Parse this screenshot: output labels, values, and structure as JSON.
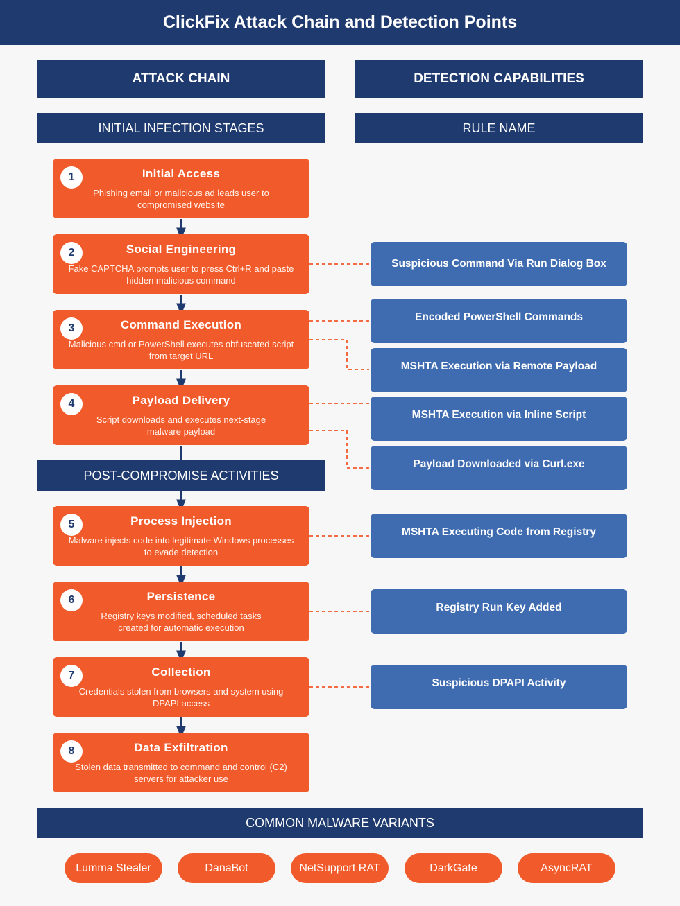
{
  "title": "ClickFix Attack Chain and Detection Points",
  "headers": {
    "attack_chain": "ATTACK CHAIN",
    "detection": "DETECTION CAPABILITIES",
    "initial_stages": "INITIAL INFECTION STAGES",
    "rule_name": "RULE NAME",
    "post_compromise": "POST-COMPROMISE ACTIVITIES",
    "malware_variants": "COMMON MALWARE VARIANTS"
  },
  "steps": [
    {
      "num": "1",
      "title": "Initial Access",
      "desc": "Phishing email or malicious ad leads user to compromised website"
    },
    {
      "num": "2",
      "title": "Social Engineering",
      "desc": "Fake CAPTCHA prompts user to press Ctrl+R and paste hidden malicious command"
    },
    {
      "num": "3",
      "title": "Command Execution",
      "desc": "Malicious cmd or PowerShell executes obfuscated script from target URL"
    },
    {
      "num": "4",
      "title": "Payload Delivery",
      "desc": "Script downloads and executes next-stage malware payload"
    },
    {
      "num": "5",
      "title": "Process Injection",
      "desc": "Malware injects code into legitimate Windows processes to evade detection"
    },
    {
      "num": "6",
      "title": "Persistence",
      "desc": "Registry keys modified, scheduled tasks created for automatic execution"
    },
    {
      "num": "7",
      "title": "Collection",
      "desc": "Credentials stolen from browsers and system using DPAPI access"
    },
    {
      "num": "8",
      "title": "Data Exfiltration",
      "desc": "Stolen data transmitted to command and control (C2) servers for attacker use"
    }
  ],
  "rules": [
    "Suspicious Command Via Run Dialog Box",
    "Encoded PowerShell Commands",
    "MSHTA Execution via Remote Payload",
    "MSHTA Execution via Inline Script",
    "Payload Downloaded via Curl.exe",
    "MSHTA Executing Code from Registry",
    "Registry Run Key Added",
    "Suspicious DPAPI Activity"
  ],
  "malware": [
    "Lumma Stealer",
    "DanaBot",
    "NetSupport RAT",
    "DarkGate",
    "AsyncRAT"
  ],
  "colors": {
    "navy": "#1f3a6e",
    "orange": "#f15a2a",
    "rule_blue": "#3f6cb0",
    "background": "#f7f7f7"
  }
}
